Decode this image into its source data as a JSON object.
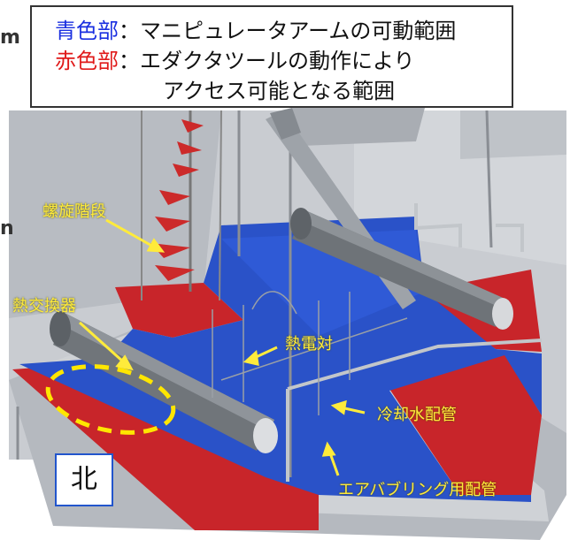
{
  "legend": {
    "blue_key": "青色部",
    "blue_text": "：マニピュレータアームの可動範囲",
    "red_key": "赤色部",
    "red_text": "：エダクタツールの動作により",
    "red_text_cont": "アクセス可能となる範囲",
    "blue_color": "#1a2fe0",
    "red_color": "#e01a1a"
  },
  "edge_letters": [
    "m",
    "n"
  ],
  "labels": {
    "spiral_stairs": "螺旋階段",
    "heat_exchanger": "熱交換器",
    "thermocouple": "熱電対",
    "cooling_pipe": "冷却水配管",
    "air_bubbling_pipe": "エアバブリング用配管"
  },
  "north_label": "北",
  "colors": {
    "label_yellow": "#ffeb3b",
    "floor_blue": "#2a52c8",
    "floor_red": "#c8252a",
    "highlight_dash": "#ffe600"
  }
}
